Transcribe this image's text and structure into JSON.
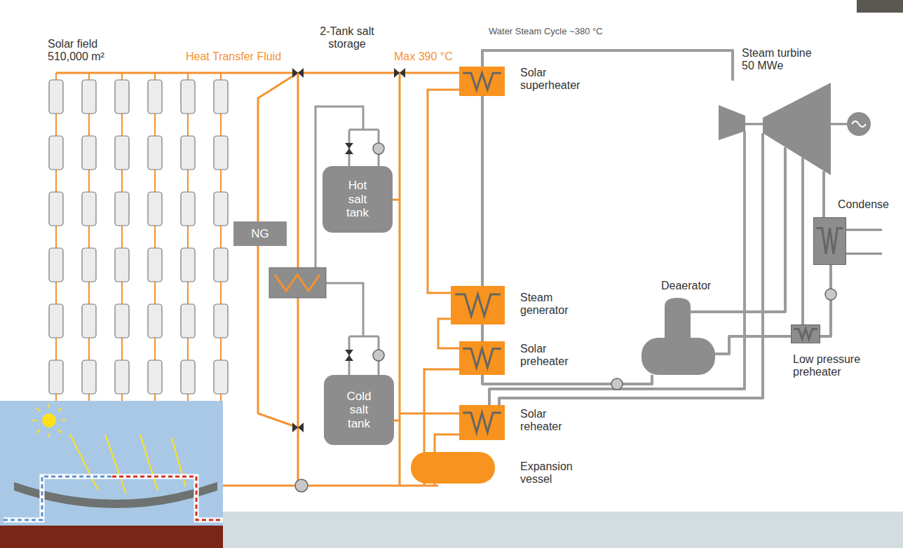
{
  "diagram": {
    "nodes": [
      {
        "text": [
          "NG"
        ]
      },
      {
        "text": [
          "Hot salt tank"
        ]
      },
      {
        "text": [
          "Cold salt tank"
        ]
      },
      {
        "text": [
          "Solar superheater"
        ]
      },
      {
        "text": [
          "Steam generator"
        ]
      },
      {
        "text": [
          "Solar preheater"
        ]
      },
      {
        "text": [
          "Solar reheater"
        ]
      },
      {
        "text": [
          "Expansion vessel"
        ]
      },
      {
        "text": [
          "Steam turbine 50 MWe"
        ]
      },
      {
        "text": [
          "Condense"
        ]
      },
      {
        "text": [
          "Deaerator"
        ]
      },
      {
        "text": [
          "Low pressure preheater"
        ]
      }
    ],
    "edges": [
      {
        "from": 5,
        "to": 4,
        "arrow": "none"
      },
      {
        "from": 4,
        "to": 3,
        "arrow": "none"
      },
      {
        "from": 3,
        "to": 8,
        "arrow": "none"
      },
      {
        "from": 8,
        "to": 6,
        "arrow": "none"
      },
      {
        "from": 6,
        "to": 8,
        "arrow": "none"
      },
      {
        "from": 8,
        "to": 9,
        "arrow": "none"
      },
      {
        "from": 9,
        "to": 11,
        "arrow": "none"
      },
      {
        "from": 11,
        "to": 10,
        "arrow": "none"
      },
      {
        "from": 8,
        "to": 10,
        "arrow": "none"
      },
      {
        "from": 8,
        "to": 11,
        "arrow": "none"
      },
      {
        "from": 10,
        "to": 5,
        "arrow": "none"
      }
    ],
    "labels": [
      "Solar field 510,000 m²",
      "Heat Transfer Fluid",
      "2-Tank salt storage",
      "Max 390 °C",
      "Water Steam Cycle ~380 °C"
    ]
  }
}
